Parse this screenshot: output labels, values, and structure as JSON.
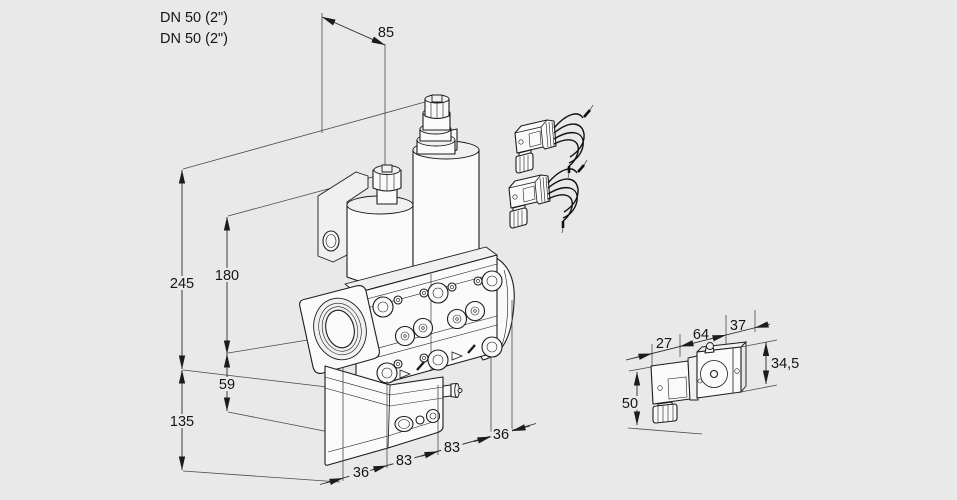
{
  "drawing": {
    "colors": {
      "background": "#e9e9e9",
      "line": "#1c1c1c"
    },
    "connection_labels": {
      "line1": "DN 50 (2\")",
      "line2": "DN 50 (2\")"
    },
    "main_view_dims": {
      "top_offset": "85",
      "total_height": "245",
      "actuator_height": "180",
      "axis_to_base": "59",
      "lower_height": "135",
      "length_chain": [
        "36",
        "83",
        "83",
        "36"
      ]
    },
    "side_view_dims": {
      "connector_width": "27",
      "body_length": "64",
      "end_width": "37",
      "body_height": "34,5",
      "connector_height": "50"
    }
  }
}
